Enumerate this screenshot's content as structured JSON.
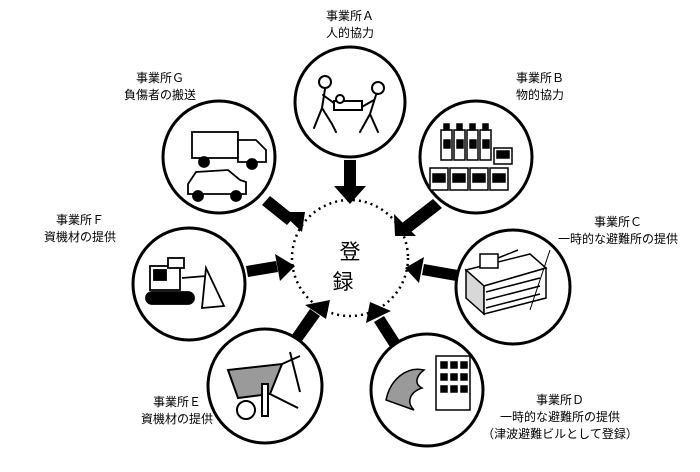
{
  "center": {
    "label": "登　録"
  },
  "offices": [
    {
      "id": "A",
      "name": "事業所Ａ",
      "role": "人的協力",
      "icon": "people-carrying-stretcher-icon"
    },
    {
      "id": "B",
      "name": "事業所Ｂ",
      "role": "物的協力",
      "icon": "supplies-bottles-cans-icon"
    },
    {
      "id": "C",
      "name": "事業所Ｃ",
      "role": "一時的な避難所の提供",
      "icon": "evacuation-building-icon"
    },
    {
      "id": "D",
      "name": "事業所Ｄ",
      "role": "一時的な避難所の提供",
      "note": "（津波避難ビルとして登録）",
      "icon": "tsunami-evacuation-building-icon"
    },
    {
      "id": "E",
      "name": "事業所Ｅ",
      "role": "資機材の提供",
      "icon": "wheelbarrow-icon"
    },
    {
      "id": "F",
      "name": "事業所Ｆ",
      "role": "資機材の提供",
      "icon": "bulldozer-icon"
    },
    {
      "id": "G",
      "name": "事業所Ｇ",
      "role": "負傷者の搬送",
      "icon": "truck-and-car-icon"
    }
  ],
  "colors": {
    "line": "#000000",
    "background": "#ffffff"
  }
}
